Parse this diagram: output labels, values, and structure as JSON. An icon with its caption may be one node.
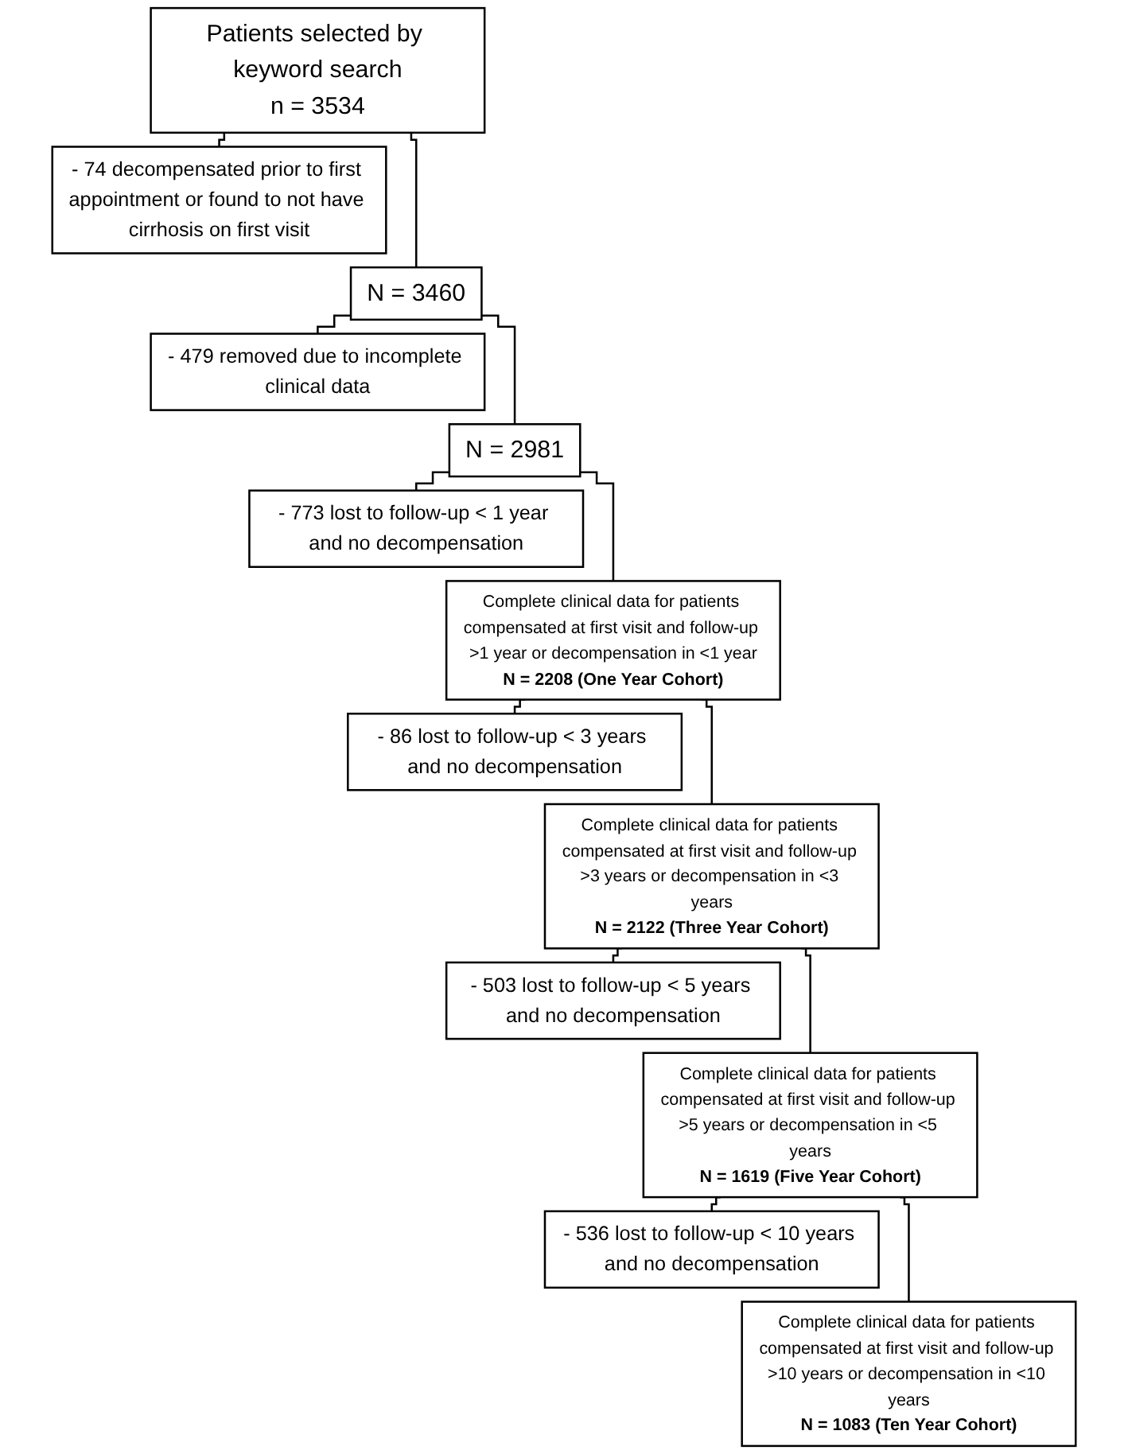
{
  "diagram": {
    "nodes": [
      {
        "text": [
          "Patients selected by keyword search",
          "n = 3534"
        ]
      },
      {
        "text": [
          "- 74 decompensated prior to first appointment or found to not have cirrhosis on first visit"
        ]
      },
      {
        "text": [
          "N = 3460"
        ]
      },
      {
        "text": [
          "- 479 removed due to incomplete clinical data"
        ]
      },
      {
        "text": [
          "N = 2981"
        ]
      },
      {
        "text": [
          "- 773 lost to follow-up < 1 year and no decompensation"
        ]
      },
      {
        "text": [
          "Complete clinical data for patients compensated at first visit and follow-up >1 year or decompensation in <1 year",
          "N = 2208 (One Year Cohort)"
        ]
      },
      {
        "text": [
          "- 86 lost to follow-up < 3 years and no decompensation"
        ]
      },
      {
        "text": [
          "Complete clinical data for patients compensated at first visit and follow-up >3 years or decompensation in <3 years",
          "N = 2122 (Three Year Cohort)"
        ]
      },
      {
        "text": [
          "- 503 lost to follow-up < 5 years and no decompensation"
        ]
      },
      {
        "text": [
          "Complete clinical data for patients compensated at first visit and follow-up >5 years or decompensation in <5 years",
          "N = 1619 (Five Year Cohort)"
        ]
      },
      {
        "text": [
          "- 536 lost to follow-up < 10 years and no decompensation"
        ]
      },
      {
        "text": [
          "Complete clinical data for patients compensated at first visit and follow-up >10 years or decompensation in <10 years",
          "N = 1083 (Ten Year Cohort)"
        ]
      }
    ],
    "edges": [
      {
        "from": 0,
        "to": 1,
        "arrow": "none"
      },
      {
        "from": 0,
        "to": 2,
        "arrow": "none"
      },
      {
        "from": 2,
        "to": 3,
        "arrow": "none"
      },
      {
        "from": 2,
        "to": 4,
        "arrow": "none"
      },
      {
        "from": 4,
        "to": 5,
        "arrow": "none"
      },
      {
        "from": 4,
        "to": 6,
        "arrow": "none"
      },
      {
        "from": 6,
        "to": 7,
        "arrow": "none"
      },
      {
        "from": 6,
        "to": 8,
        "arrow": "none"
      },
      {
        "from": 8,
        "to": 9,
        "arrow": "none"
      },
      {
        "from": 8,
        "to": 10,
        "arrow": "none"
      },
      {
        "from": 10,
        "to": 11,
        "arrow": "none"
      },
      {
        "from": 10,
        "to": 12,
        "arrow": "none"
      }
    ]
  }
}
